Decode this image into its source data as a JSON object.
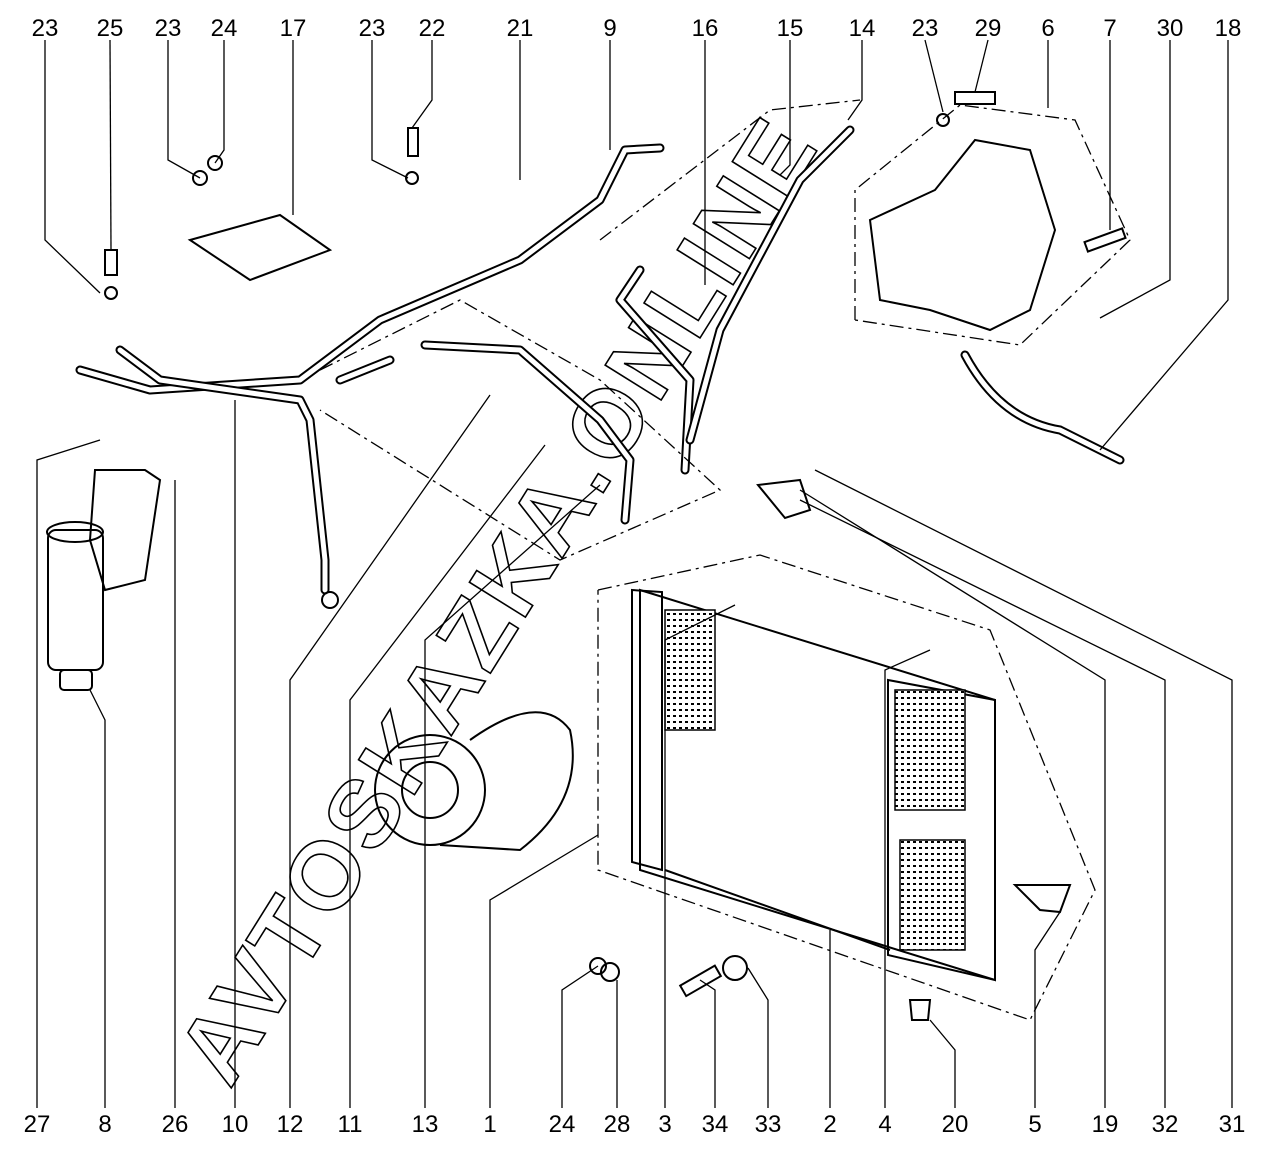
{
  "diagram": {
    "type": "exploded parts diagram",
    "top_callouts": [
      "23",
      "25",
      "23",
      "24",
      "17",
      "23",
      "22",
      "21",
      "9",
      "16",
      "15",
      "14",
      "23",
      "29",
      "6",
      "7",
      "30",
      "18"
    ],
    "bottom_callouts": [
      "27",
      "8",
      "26",
      "10",
      "12",
      "11",
      "13",
      "1",
      "24",
      "28",
      "3",
      "34",
      "33",
      "2",
      "4",
      "20",
      "5",
      "19",
      "32",
      "31"
    ],
    "watermark": "AVTOSKAZKA.ONLINE",
    "colors": {
      "ink": "#000000",
      "background": "#ffffff"
    }
  }
}
